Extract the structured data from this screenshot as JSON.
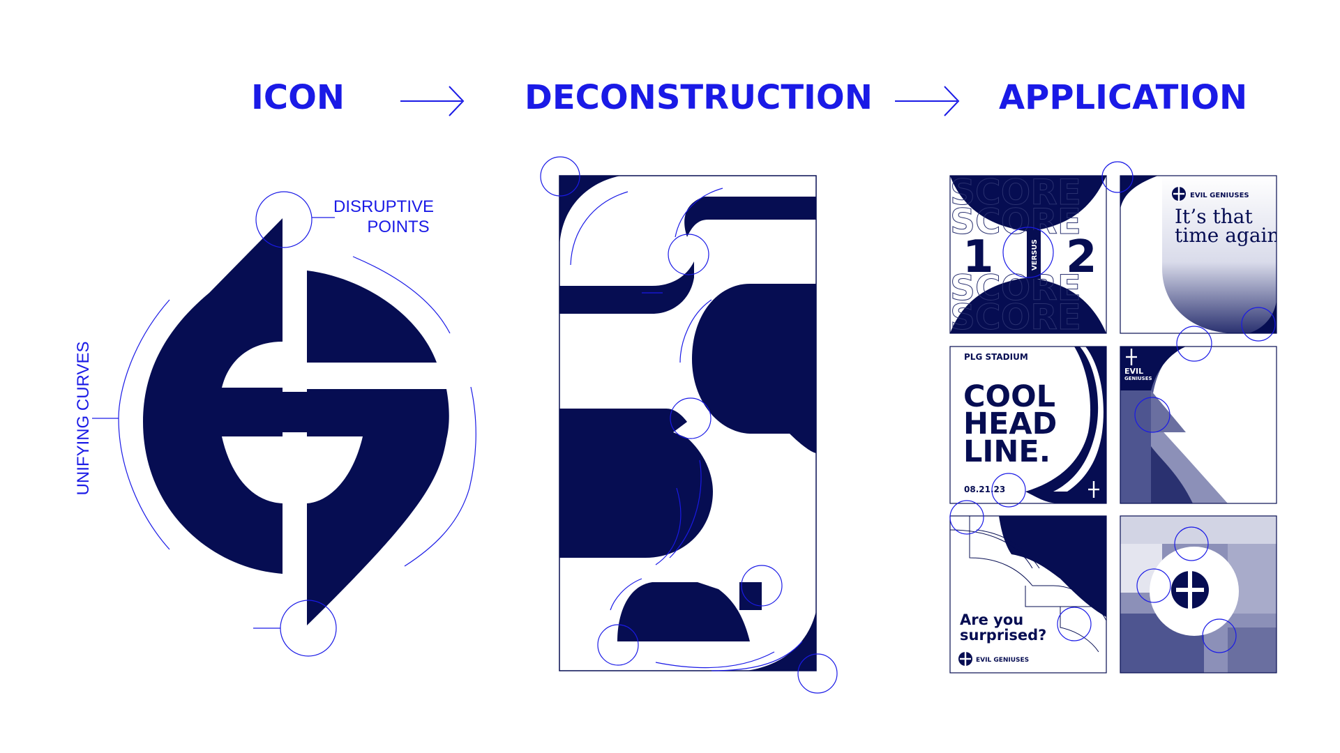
{
  "header": {
    "icon": "ICON",
    "deconstruction": "DECONSTRUCTION",
    "application": "APPLICATION"
  },
  "annotations": {
    "disruptive_line1": "DISRUPTIVE",
    "disruptive_line2": "POINTS",
    "unifying": "UNIFYING CURVES"
  },
  "cards": {
    "score_word": "SCORE",
    "score_left": "1",
    "score_right": "2",
    "versus": "VERSUS",
    "brand_name": "EVIL GENIUSES",
    "brand_line1": "EVIL",
    "brand_line2": "GENIUSES",
    "tagline_line1": "It’s that",
    "tagline_line2": "time again.",
    "venue": "PLG STADIUM",
    "headline_line1": "COOL",
    "headline_line2": "HEAD",
    "headline_line3": "LINE.",
    "date": "08.21.23",
    "question_line1": "Are you",
    "question_line2": "surprised?"
  },
  "colors": {
    "navy": "#060d52",
    "accent_blue": "#1a1ae6",
    "background": "#ffffff",
    "muted_navy": "#4e5590"
  },
  "icons": [
    "arrow-right-icon",
    "eg-logo-icon",
    "circle-marker-icon"
  ]
}
